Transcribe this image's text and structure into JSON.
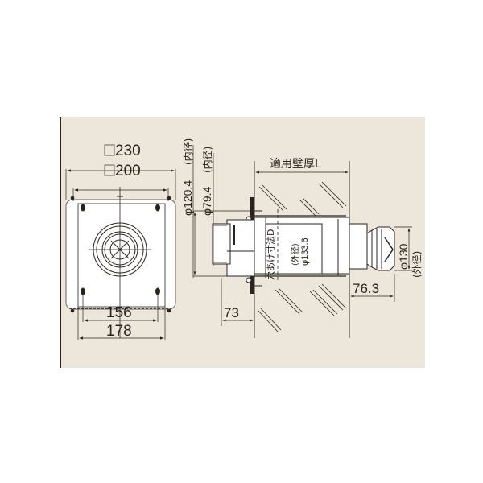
{
  "colors": {
    "background": "#ede6da",
    "line": "#2a2420",
    "part_fill": "#ffffff"
  },
  "front_view": {
    "outer_square": "230",
    "inner_square": "200",
    "bolt_pitch_inner": "156",
    "bolt_pitch_outer": "178",
    "square_symbol": "□"
  },
  "side_view": {
    "inner_diameter_1": "φ120.4",
    "inner_diameter_1_note": "(内径)",
    "inner_diameter_2": "φ79.4",
    "inner_diameter_2_note": "(内径)",
    "wall_thickness_label": "適用壁厚L",
    "hole_size_label": "穴あけ寸法D",
    "pipe_outer_note": "(外径)",
    "pipe_outer_diameter": "φ133.6",
    "protrusion_inside": "73",
    "protrusion_outside": "76.3",
    "terminal_outer_diameter": "φ130",
    "terminal_outer_note": "(外径)"
  }
}
